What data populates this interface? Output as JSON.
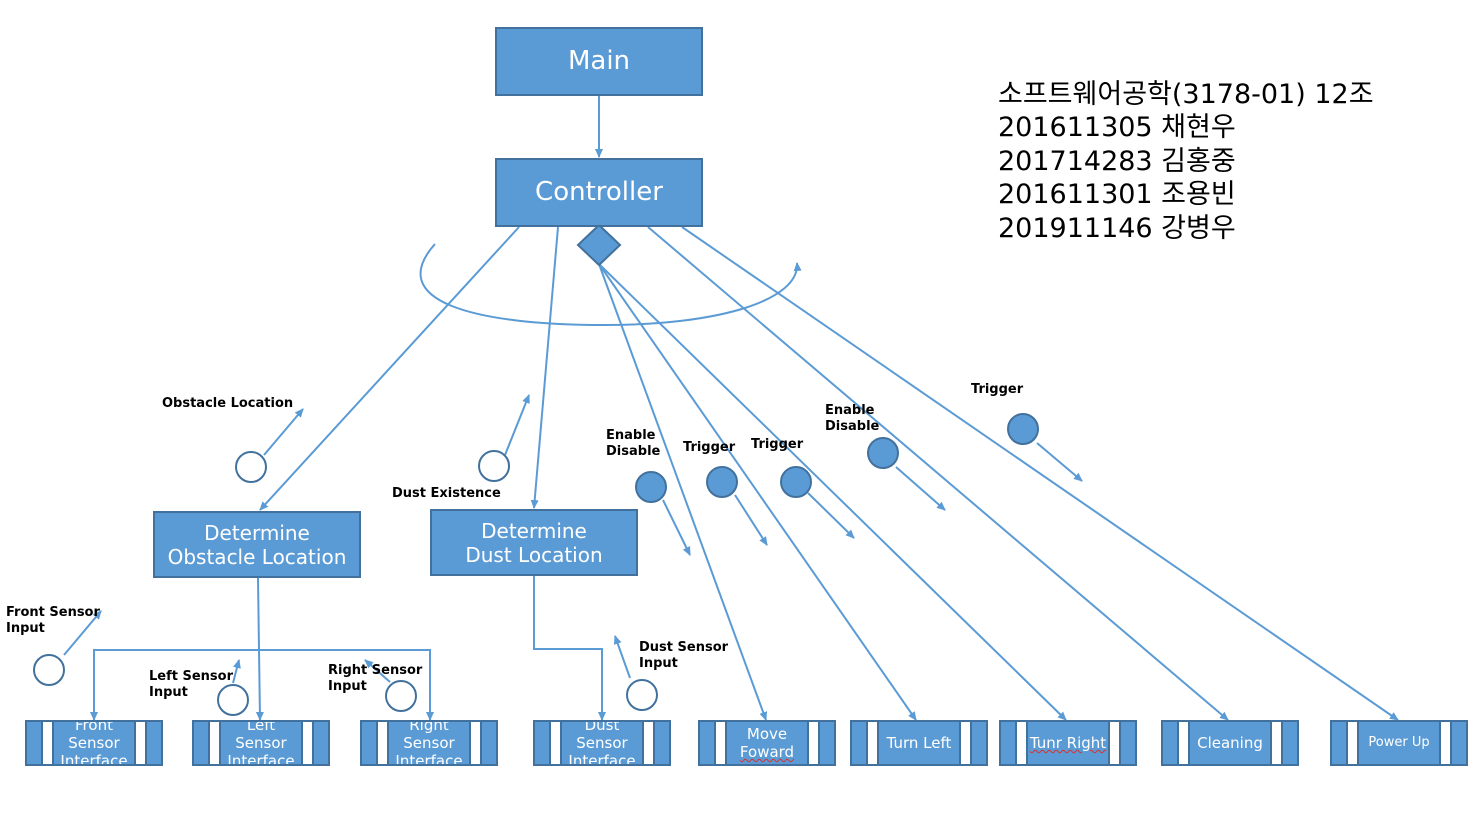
{
  "team_info": [
    "소프트웨어공학(3178-01) 12조",
    "201611305 채현우",
    "201714283 김홍중",
    "201611301 조용빈",
    "201911146 강병우"
  ],
  "modules": {
    "main": "Main",
    "controller": "Controller",
    "determine_obstacle": "Determine\nObstacle Location",
    "determine_dust": "Determine\nDust Location",
    "front_sensor_interface": "Front Sensor\nInterface",
    "left_sensor_interface": "Left Sensor\nInterface",
    "right_sensor_interface": "Right Sensor\nInterface",
    "dust_sensor_interface": "Dust Sensor\nInterface",
    "move_forward_line1": "Move",
    "move_forward_line2": "Foward",
    "turn_left": "Turn Left",
    "turn_right": "Tunr Right",
    "cleaning": "Cleaning",
    "power_up": "Power Up"
  },
  "flows": {
    "obstacle_location": "Obstacle Location",
    "dust_existence": "Dust Existence",
    "front_sensor_input": "Front Sensor\nInput",
    "left_sensor_input": "Left Sensor\nInput",
    "right_sensor_input": "Right Sensor\nInput",
    "dust_sensor_input": "Dust Sensor\nInput",
    "enable_disable_move": "Enable\nDisable",
    "trigger_turn_left": "Trigger",
    "trigger_turn_right": "Trigger",
    "enable_disable_cleaning": "Enable\nDisable",
    "trigger_power_up": "Trigger"
  },
  "colors": {
    "module_fill": "#5b9bd5",
    "module_border": "#41719c",
    "connector": "#5b9bd5",
    "control_flag": "#5b9bd5",
    "data_couple": "#ffffff"
  }
}
